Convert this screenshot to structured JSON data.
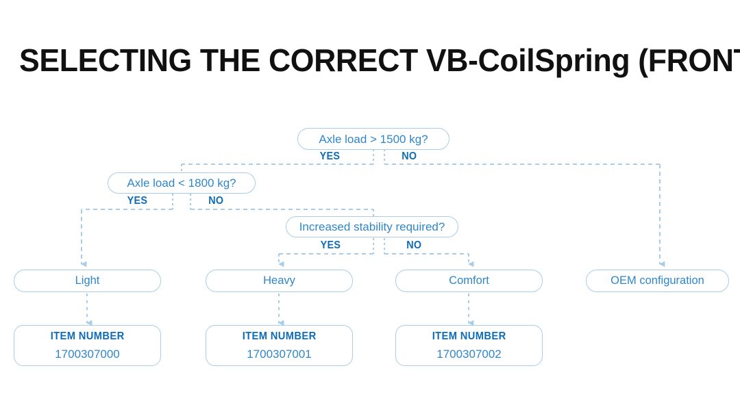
{
  "page": {
    "title": "SELECTING THE CORRECT VB-CoilSpring (FRONT AXLE)",
    "background_color": "#ffffff"
  },
  "colors": {
    "title_text": "#111111",
    "node_border": "#a9cde9",
    "node_text": "#2f86c8",
    "branch_label_text": "#0f6cb6",
    "connector_line": "#a9cde9",
    "arrow_fill": "#a9cde9"
  },
  "flowchart": {
    "type": "decision-tree",
    "decisions": [
      {
        "id": "d1",
        "label": "Axle load > 1500 kg?",
        "yes_label": "YES",
        "no_label": "NO",
        "yes_target": "d2",
        "no_target": "r-oem"
      },
      {
        "id": "d2",
        "label": "Axle load < 1800 kg?",
        "yes_label": "YES",
        "no_label": "NO",
        "yes_target": "r-light",
        "no_target": "d3"
      },
      {
        "id": "d3",
        "label": "Increased stability required?",
        "yes_label": "YES",
        "no_label": "NO",
        "yes_target": "r-heavy",
        "no_target": "r-comfort"
      }
    ],
    "results": [
      {
        "id": "r-light",
        "label": "Light",
        "item_heading": "ITEM NUMBER",
        "item_number": "1700307000"
      },
      {
        "id": "r-heavy",
        "label": "Heavy",
        "item_heading": "ITEM NUMBER",
        "item_number": "1700307001"
      },
      {
        "id": "r-comfort",
        "label": "Comfort",
        "item_heading": "ITEM NUMBER",
        "item_number": "1700307002"
      },
      {
        "id": "r-oem",
        "label": "OEM configuration",
        "item_heading": null,
        "item_number": null
      }
    ]
  }
}
